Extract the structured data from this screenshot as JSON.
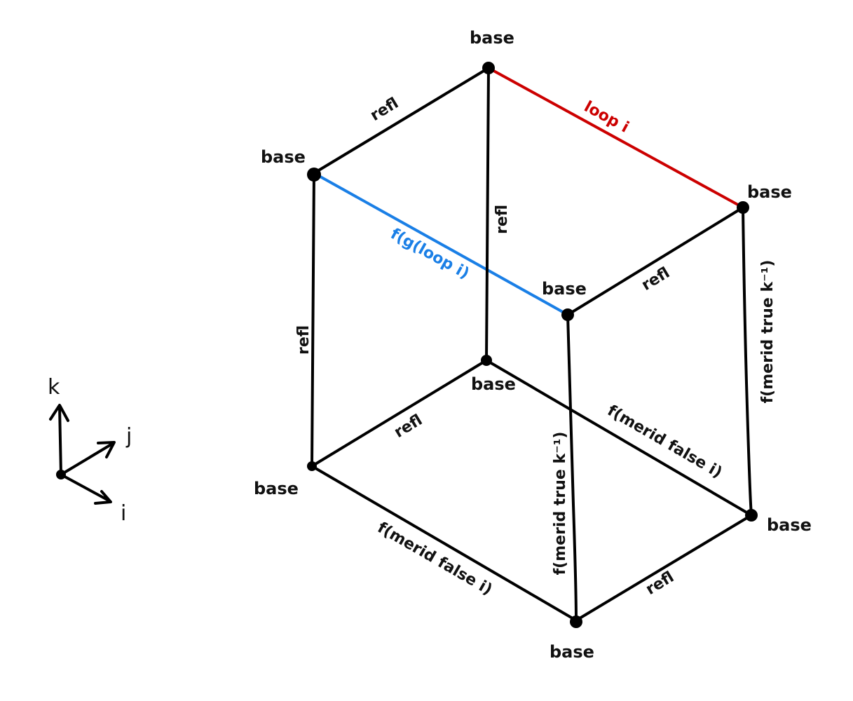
{
  "colors": {
    "edge": "#000000",
    "loop": "#cc0000",
    "fg_loop": "#1a7fe6",
    "text": "#111111"
  },
  "vertices": {
    "top_back": "base",
    "top_left": "base",
    "top_right": "base",
    "top_front": "base",
    "bottom_back": "base",
    "bottom_left": "base",
    "bottom_right": "base",
    "bottom_front": "base"
  },
  "edges": {
    "top_left_to_back": "refl",
    "top_back_to_right": "loop i",
    "top_left_to_front": "f(g(loop i)",
    "top_front_to_right": "refl",
    "back_vertical": "refl",
    "left_vertical": "refl",
    "front_vertical": "f(merid true k⁻¹)",
    "right_vertical": "f(merid true k⁻¹)",
    "bottom_left_to_back": "refl",
    "bottom_back_to_right": "f(merid false i)",
    "bottom_left_to_front": "f(merid false i)",
    "bottom_front_to_right": "refl"
  },
  "axes": {
    "k": "k",
    "j": "j",
    "i": "i"
  }
}
